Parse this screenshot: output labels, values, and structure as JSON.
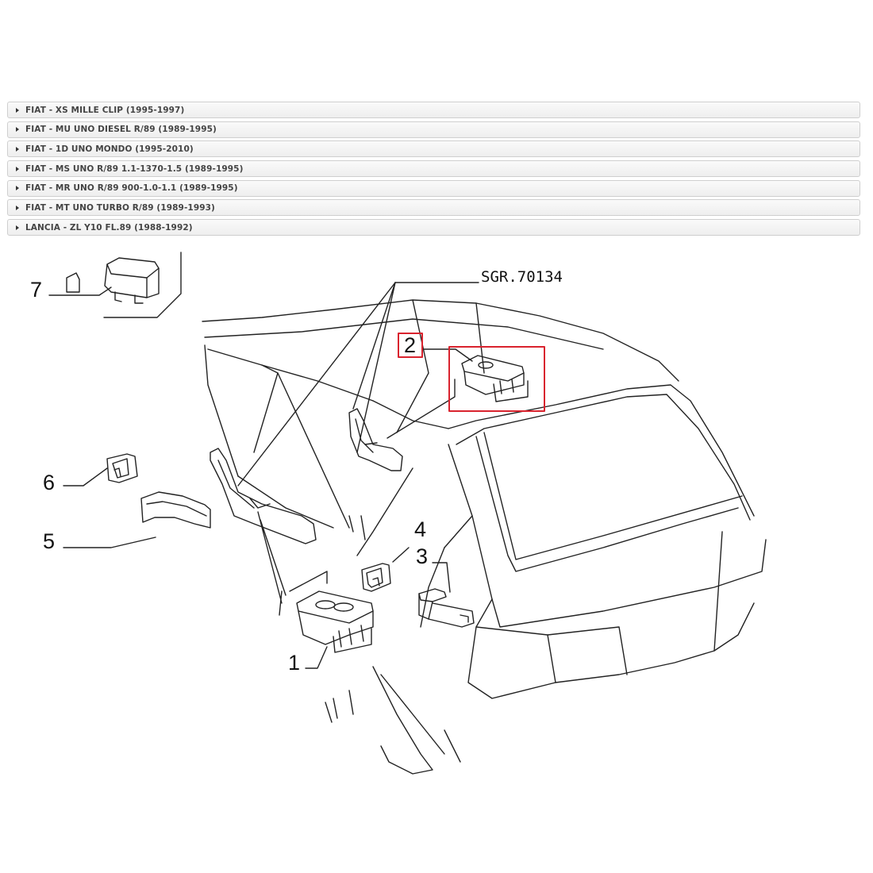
{
  "vehicle_list": {
    "items": [
      {
        "label": "FIAT - XS MILLE CLIP (1995-1997)"
      },
      {
        "label": "FIAT - MU UNO DIESEL R/89 (1989-1995)"
      },
      {
        "label": "FIAT - 1D UNO MONDO (1995-2010)"
      },
      {
        "label": "FIAT - MS UNO R/89 1.1-1370-1.5 (1989-1995)"
      },
      {
        "label": "FIAT - MR UNO R/89 900-1.0-1.1 (1989-1995)"
      },
      {
        "label": "FIAT - MT UNO TURBO R/89 (1989-1993)"
      },
      {
        "label": "LANCIA - ZL Y10 FL.89 (1988-1992)"
      }
    ]
  },
  "diagram": {
    "reference_code": "SGR.70134",
    "callouts": {
      "c1": "1",
      "c2": "2",
      "c3": "3",
      "c4": "4",
      "c5": "5",
      "c6": "6",
      "c7": "7"
    },
    "highlight_color": "#d9232e",
    "highlighted_part": "2"
  }
}
